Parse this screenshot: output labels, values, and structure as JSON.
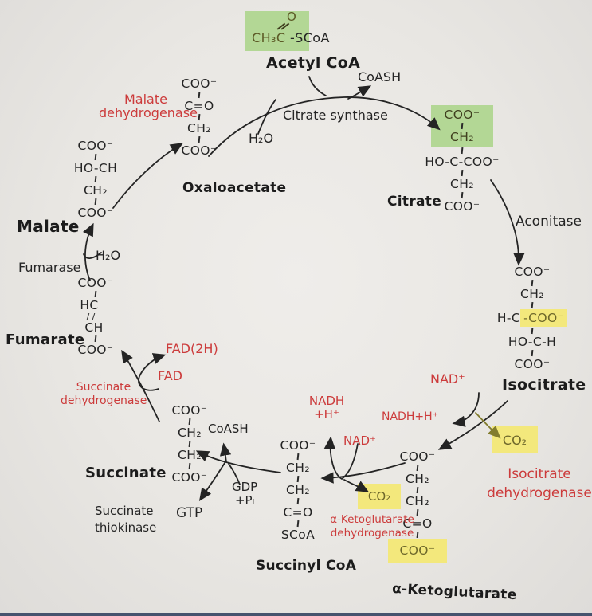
{
  "colors": {
    "paper": "#e9e7e3",
    "ink": "#242424",
    "enzyme_red": "#cc3b3b",
    "highlight_green": "#b3d795",
    "highlight_yellow": "#f3e87c",
    "photo_edge_bar": "#46536e"
  },
  "molecules": {
    "acetyl_coa": {
      "group": "CH₃C",
      "oxygen": "O",
      "thioester": "-SCoA",
      "label": "Acetyl CoA"
    },
    "oxaloacetate": {
      "label": "Oxaloacetate",
      "f": [
        "COO⁻",
        "C=O",
        "CH₂",
        "COO⁻"
      ]
    },
    "citrate": {
      "label": "Citrate",
      "f_hl": [
        "COO⁻",
        "CH₂"
      ],
      "f": [
        "HO-C-COO⁻",
        "CH₂",
        "COO⁻"
      ]
    },
    "isocitrate": {
      "label": "Isocitrate",
      "f": [
        "COO⁻",
        "CH₂"
      ],
      "mid_left": "H-C",
      "mid_hl": "-COO⁻",
      "f2": [
        "HO-C-H",
        "COO⁻"
      ]
    },
    "alpha_ketoglutarate": {
      "label": "α-Ketoglutarate",
      "f": [
        "COO⁻",
        "CH₂",
        "CH₂",
        "C=O"
      ],
      "f_hl": "COO⁻"
    },
    "succinyl_coa": {
      "label": "Succinyl CoA",
      "f": [
        "COO⁻",
        "CH₂",
        "CH₂",
        "C=O",
        "SCoA"
      ]
    },
    "succinate": {
      "label": "Succinate",
      "f": [
        "COO⁻",
        "CH₂",
        "CH₂",
        "COO⁻"
      ]
    },
    "fumarate": {
      "label": "Fumarate",
      "f": [
        "COO⁻",
        "HC",
        "CH",
        "COO⁻"
      ]
    },
    "malate": {
      "label": "Malate",
      "f": [
        "COO⁻",
        "HO-CH",
        "CH₂",
        "COO⁻"
      ]
    }
  },
  "enzymes": {
    "citrate_synthase": "Citrate synthase",
    "aconitase": "Aconitase",
    "isocitrate_dehydrogenase": [
      "Isocitrate",
      "dehydrogenase"
    ],
    "akg_dehydrogenase": [
      "α-Ketoglutarate",
      "dehydrogenase"
    ],
    "succinate_thiokinase": [
      "Succinate",
      "thiokinase"
    ],
    "succinate_dehydrogenase": [
      "Succinate",
      "dehydrogenase"
    ],
    "fumarase": "Fumarase",
    "malate_dehydrogenase": [
      "Malate",
      "dehydrogenase"
    ]
  },
  "cofactors": {
    "coash_top": "CoASH",
    "water_top": "H₂O",
    "nad_right": "NAD⁺",
    "nadh_right": "NADH+H⁺",
    "co2_right": "CO₂",
    "nad_left": "NAD⁺",
    "nadh_left": [
      "NADH",
      "+H⁺"
    ],
    "co2_left": "CO₂",
    "coash_bottom": "CoASH",
    "gdp_pi": [
      "GDP",
      "+Pᵢ"
    ],
    "gtp": "GTP",
    "fad_2h": "FAD(2H)",
    "fad": "FAD",
    "water_left": "H₂O"
  }
}
